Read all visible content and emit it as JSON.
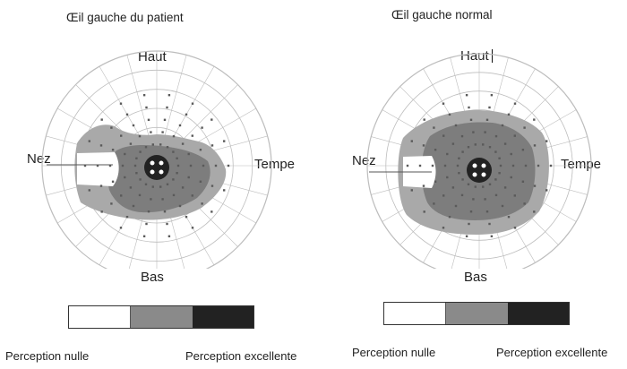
{
  "colors": {
    "null": "#ffffff",
    "mid": "#8a8a8a",
    "excellent": "#222222",
    "grid": "#bdbdbd",
    "field_light": "#a9a9a9",
    "field_dark": "#7d7d7d"
  },
  "panels": [
    {
      "title": "Œil gauche du patient",
      "top_label": "Haut",
      "nasal_label": "Nez",
      "temporal_label": "Tempe",
      "bottom_label": "Bas",
      "legend_low": "Perception nulle",
      "legend_high": "Perception excellente"
    },
    {
      "title": "Œil gauche normal",
      "top_label": "Haut",
      "nasal_label": "Nez",
      "temporal_label": "Tempe",
      "bottom_label": "Bas",
      "legend_low": "Perception nulle",
      "legend_high": "Perception excellente"
    }
  ]
}
